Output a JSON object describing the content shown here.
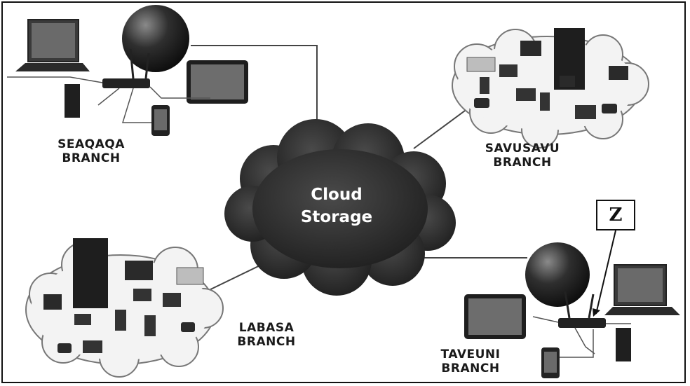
{
  "diagram": {
    "center": {
      "line1": "Cloud",
      "line2": "Storage"
    },
    "branches": {
      "seaqaqa": {
        "line1": "SEAQAQA",
        "line2": "BRANCH"
      },
      "savusavu": {
        "line1": "SAVUSAVU",
        "line2": "BRANCH"
      },
      "labasa": {
        "line1": "LABASA",
        "line2": "BRANCH"
      },
      "taveuni": {
        "line1": "TAVEUNI",
        "line2": "BRANCH"
      }
    },
    "marker": {
      "label": "Z"
    }
  },
  "colors": {
    "cloud": "#2b2b2b",
    "device": "#2a2a2a",
    "screen": "#6d6d6d",
    "bubble": "#f3f3f3",
    "line": "#444444"
  }
}
